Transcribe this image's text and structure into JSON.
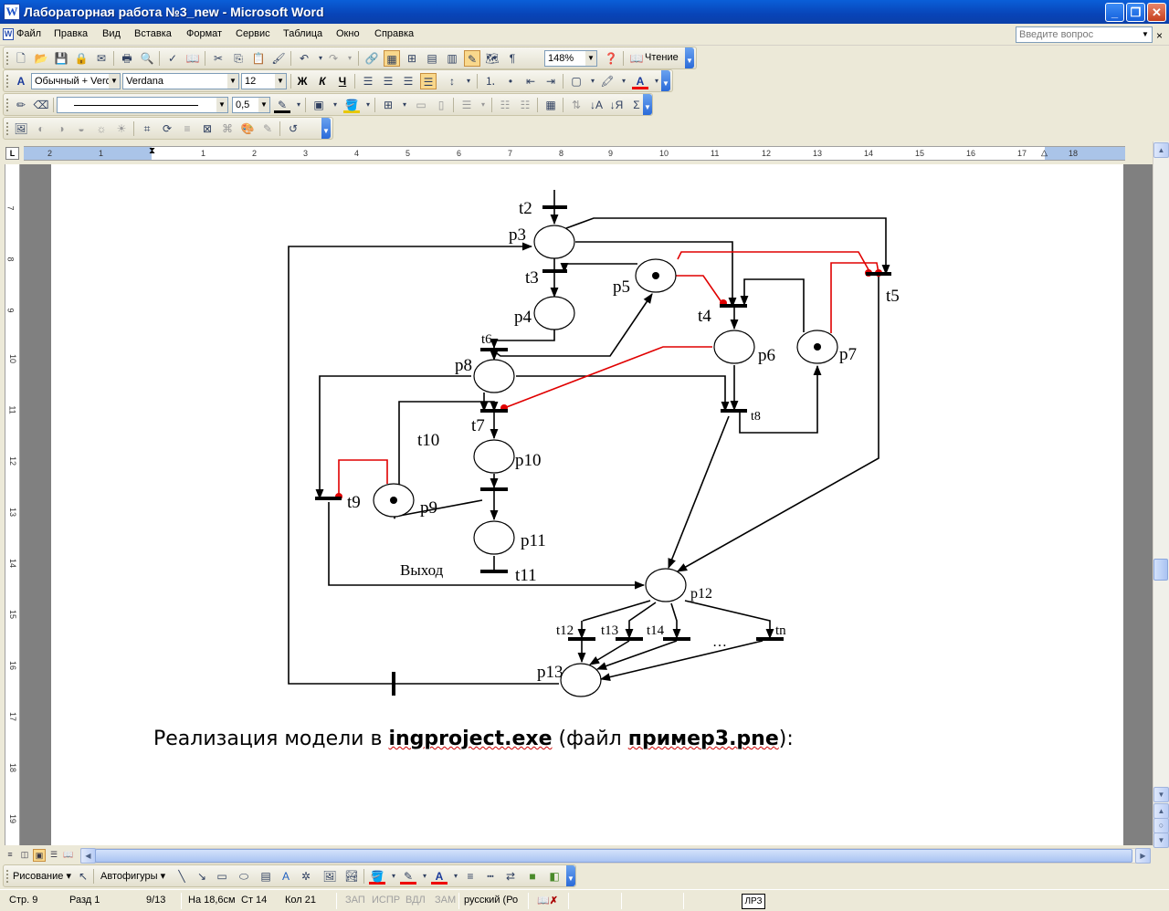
{
  "window": {
    "title": "Лабораторная работа №3_new - Microsoft Word",
    "app_icon": "W"
  },
  "menu": {
    "items": [
      "Файл",
      "Правка",
      "Вид",
      "Вставка",
      "Формат",
      "Сервис",
      "Таблица",
      "Окно",
      "Справка"
    ],
    "help_placeholder": "Введите вопрос"
  },
  "toolbar_standard": {
    "zoom": "148%",
    "reading_label": "Чтение"
  },
  "toolbar_formatting": {
    "style": "Обычный + Verd",
    "font": "Verdana",
    "size": "12",
    "bold": "Ж",
    "italic": "К",
    "underline": "Ч",
    "font_color_label": "А"
  },
  "toolbar_tables": {
    "line_weight": "0,5"
  },
  "ruler": {
    "corner": "L",
    "h_numbers": [
      "2",
      "1",
      "1",
      "2",
      "3",
      "4",
      "5",
      "6",
      "7",
      "8",
      "9",
      "10",
      "11",
      "12",
      "13",
      "14",
      "15",
      "16",
      "17",
      "18"
    ],
    "v_numbers": [
      "7",
      "8",
      "9",
      "10",
      "11",
      "12",
      "13",
      "14",
      "15",
      "16",
      "17",
      "18",
      "19"
    ]
  },
  "diagram": {
    "places": [
      "p3",
      "p4",
      "p5",
      "p6",
      "p7",
      "p8",
      "p9",
      "p10",
      "p11",
      "p12",
      "p13"
    ],
    "transitions": [
      "t2",
      "t3",
      "t4",
      "t5",
      "t6",
      "t7",
      "t8",
      "t9",
      "t10",
      "t11",
      "t12",
      "t13",
      "t14",
      "tn"
    ],
    "exit_label": "Выход",
    "ellipsis": "…"
  },
  "document": {
    "caption_prefix": "Реализация модели в ",
    "caption_program": "ingproject.exe",
    "caption_middle": " (файл ",
    "caption_file": "пример3.pne",
    "caption_suffix": "):"
  },
  "drawing_toolbar": {
    "drawing_label": "Рисование",
    "autoshapes_label": "Автофигуры",
    "font_color_label": "А"
  },
  "status": {
    "page": "Стр. 9",
    "section": "Разд 1",
    "pages": "9/13",
    "at": "На 18,6см",
    "line": "Ст 14",
    "col": "Кол 21",
    "rec": "ЗАП",
    "trk": "ИСПР",
    "ext": "ВДЛ",
    "ovr": "ЗАМ",
    "language": "русский (Ро",
    "lrz": "ЛРЗ"
  },
  "colors": {
    "titlebar": "#0a4fc8",
    "arc_black": "#000000",
    "arc_red": "#e00000",
    "ruler_margin": "#aac4e8"
  }
}
